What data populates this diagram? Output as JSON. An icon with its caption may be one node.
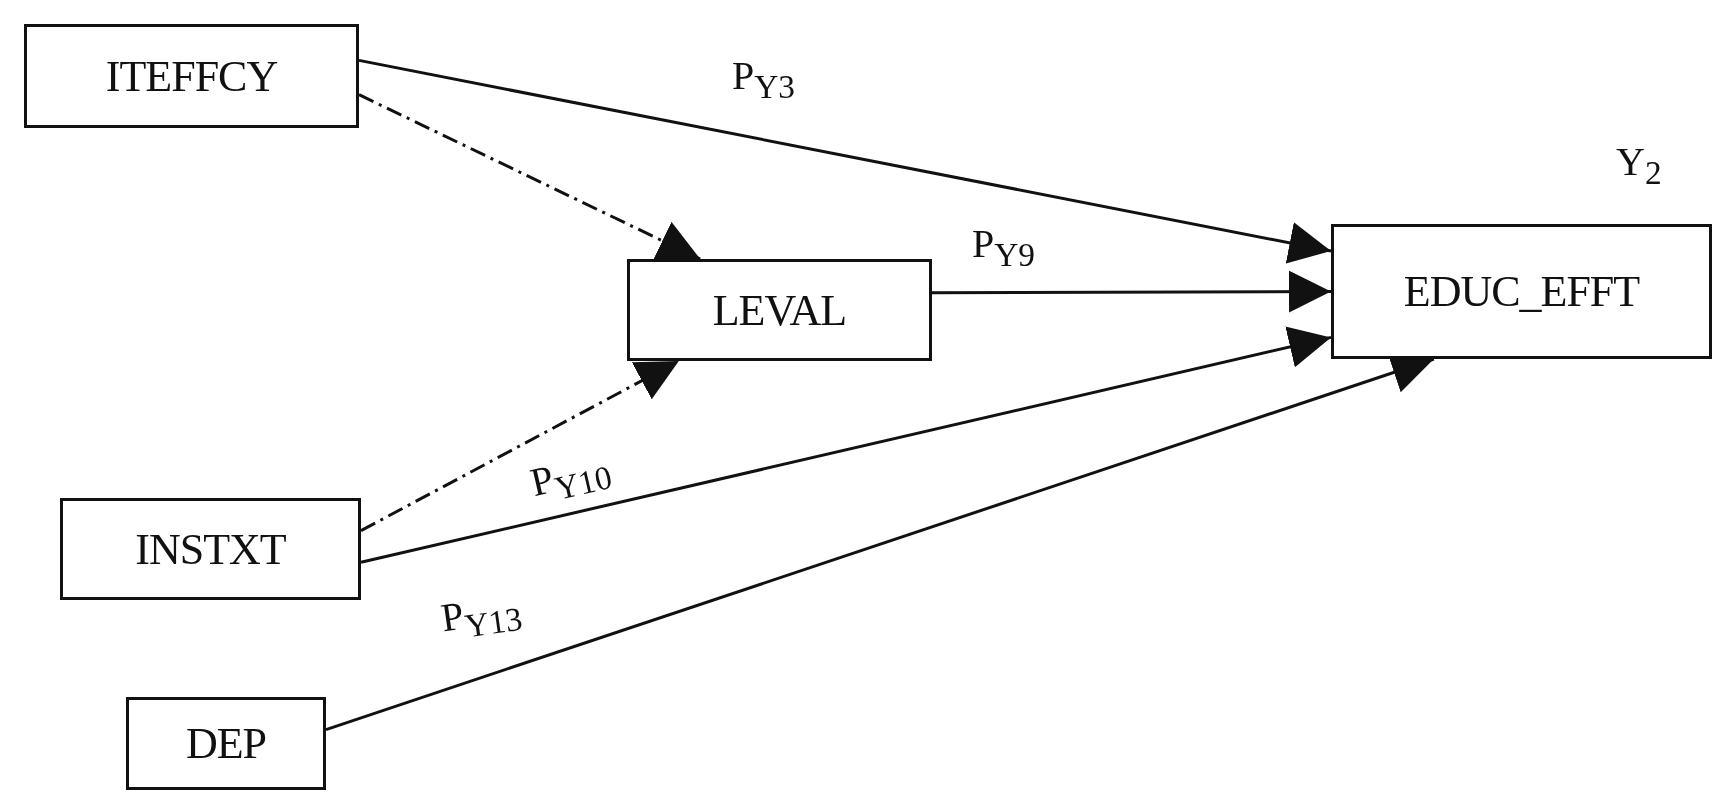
{
  "diagram": {
    "nodes": [
      {
        "text": [
          "ITEFFCY"
        ]
      },
      {
        "text": [
          "LEVAL"
        ]
      },
      {
        "text": [
          "EDUC_EFFT"
        ],
        "beside": [
          "Y$_{2}$"
        ]
      },
      {
        "text": [
          "INSTXT"
        ]
      },
      {
        "text": [
          "DEP"
        ]
      }
    ],
    "edges": [
      {
        "from": 0,
        "to": 2,
        "arrow": "to",
        "label": "P$_{Y3}$"
      },
      {
        "from": 0,
        "to": 1,
        "arrow": "to",
        "style": "dashed"
      },
      {
        "from": 1,
        "to": 2,
        "arrow": "to",
        "label": "P$_{Y9}$"
      },
      {
        "from": 3,
        "to": 1,
        "arrow": "to",
        "style": "dashed"
      },
      {
        "from": 3,
        "to": 2,
        "arrow": "to",
        "label": "P$_{Y10}$"
      },
      {
        "from": 4,
        "to": 2,
        "arrow": "to",
        "label": "P$_{Y13}$"
      }
    ]
  }
}
